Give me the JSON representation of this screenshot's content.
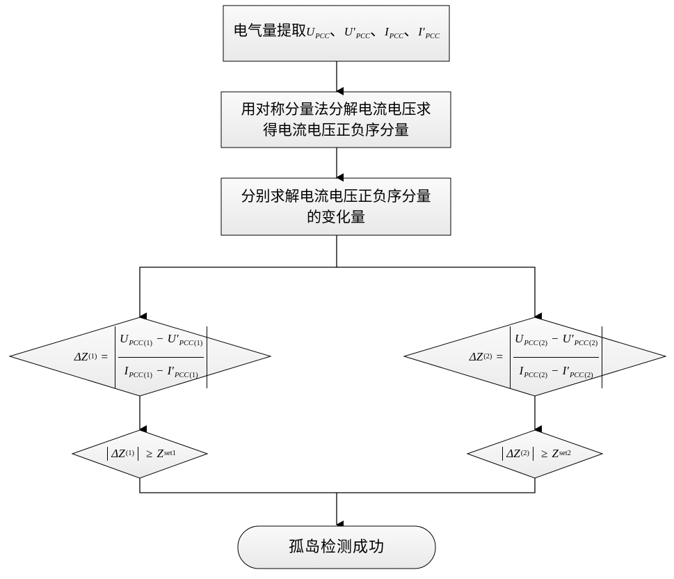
{
  "steps": {
    "extract": {
      "label": "电气量提取",
      "quantities": [
        {
          "symbol": "U",
          "prime": "",
          "sub": "PCC"
        },
        {
          "symbol": "U",
          "prime": "′",
          "sub": "PCC"
        },
        {
          "symbol": "I",
          "prime": "",
          "sub": "PCC"
        },
        {
          "symbol": "I",
          "prime": "′",
          "sub": "PCC"
        }
      ],
      "separator": "、"
    },
    "decompose": {
      "line1": "用对称分量法分解电流电压求",
      "line2": "得电流电压正负序分量"
    },
    "variation": {
      "line1": "分别求解电流电压正负序分量",
      "line2": "的变化量"
    }
  },
  "decisions": {
    "left": {
      "delta": "ΔZ",
      "idx": "(1)",
      "eq": "=",
      "num_a": "U",
      "num_a_sub": "PCC",
      "num_a_idx": "(1)",
      "minus": "−",
      "num_b": "U′",
      "num_b_sub": "PCC",
      "num_b_idx": "(1)",
      "den_a": "I",
      "den_a_sub": "PCC",
      "den_a_idx": "(1)",
      "den_b": "I′",
      "den_b_sub": "PCC",
      "den_b_idx": "(1)"
    },
    "right": {
      "delta": "ΔZ",
      "idx": "(2)",
      "eq": "=",
      "num_a": "U",
      "num_a_sub": "PCC",
      "num_a_idx": "(2)",
      "minus": "−",
      "num_b": "U′",
      "num_b_sub": "PCC",
      "num_b_idx": "(2)",
      "den_a": "I",
      "den_a_sub": "PCC",
      "den_a_idx": "(2)",
      "den_b": "I′",
      "den_b_sub": "PCC",
      "den_b_idx": "(2)"
    }
  },
  "thresholds": {
    "left": {
      "delta": "ΔZ",
      "idx": "(1)",
      "geq": "≥",
      "z": "Z",
      "set": "set1"
    },
    "right": {
      "delta": "ΔZ",
      "idx": "(2)",
      "geq": "≥",
      "z": "Z",
      "set": "set2"
    }
  },
  "final": {
    "label": "孤岛检测成功"
  },
  "colors": {
    "box_fill": "#f2f2f2",
    "stroke": "#000000",
    "diamond_fill": "#f4f4f4"
  }
}
